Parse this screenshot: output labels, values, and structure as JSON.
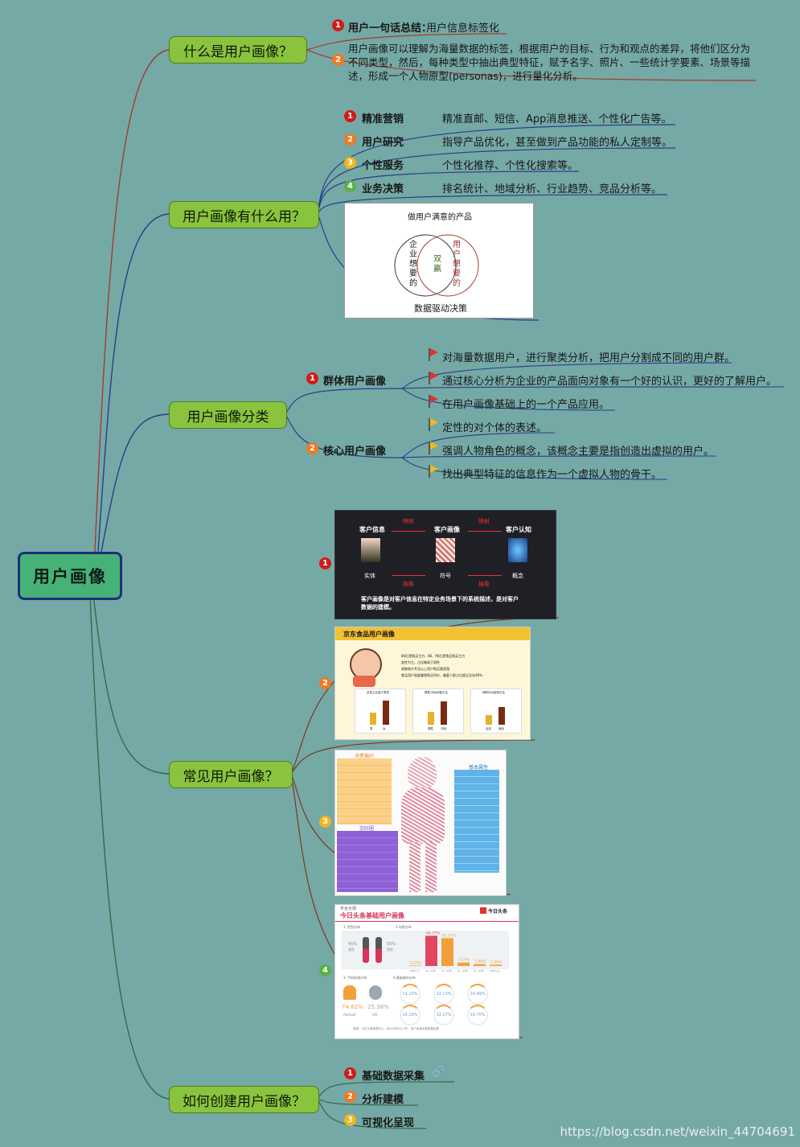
{
  "central": "用户画像",
  "branches": {
    "what": {
      "label": "什么是用户画像？",
      "item1_label": "用户一句话总结：",
      "item1_text": "用户信息标签化",
      "item2_text": "用户画像可以理解为海量数据的标签，根据用户的目标、行为和观点的差异，将他们区分为不同类型，然后，每种类型中抽出典型特征，赋予名字、照片、一些统计学要素、场景等描述，形成一个人物原型(personas)，进行量化分析。"
    },
    "use": {
      "label": "用户画像有什么用？",
      "items": [
        {
          "num": "1",
          "title": "精准营销",
          "desc": "精准直邮、短信、App消息推送、个性化广告等。"
        },
        {
          "num": "2",
          "title": "用户研究",
          "desc": "指导产品优化，甚至做到产品功能的私人定制等。"
        },
        {
          "num": "3",
          "title": "个性服务",
          "desc": "个性化推荐、个性化搜索等。"
        },
        {
          "num": "4",
          "title": "业务决策",
          "desc": "排名统计、地域分析、行业趋势、竞品分析等。"
        }
      ],
      "venn": {
        "title": "做用户满意的产品",
        "left": "企业想要的",
        "middle": "双赢",
        "right": "用户想要的",
        "bottom": "数据驱动决策"
      }
    },
    "category": {
      "label": "用户画像分类",
      "groups": [
        {
          "num": "1",
          "title": "群体用户画像",
          "items": [
            "对海量数据用户，进行聚类分析，把用户分割成不同的用户群。",
            "通过核心分析为企业的产品面向对象有一个好的认识，更好的了解用户。",
            "在用户画像基础上的一个产品应用。"
          ]
        },
        {
          "num": "2",
          "title": "核心用户画像",
          "items": [
            "定性的对个体的表述。",
            "强调人物角色的概念，该概念主要是指创造出虚拟的用户。",
            "找出典型特征的信息作为一个虚拟人物的骨干。"
          ]
        }
      ]
    },
    "common": {
      "label": "常见用户画像？",
      "image1": {
        "num": "1",
        "top": [
          "客户信息",
          "客户画像",
          "客户认知"
        ],
        "arrows_top": [
          "映射",
          "映射"
        ],
        "arrows_bottom": [
          "抽象",
          "抽象"
        ],
        "bottom": [
          "实体",
          "符号",
          "概念"
        ],
        "caption": "客户画像是对客户信息在特定业务场景下的系统描述，是对客户数据的建模。"
      },
      "image2": {
        "num": "2",
        "title": "京东食品用户画像",
        "bullets": [
          "80后是购买主力，80、90后是食品购买主力",
          "女性为主，占比略高于男性",
          "高教育大专及以上用户购买意愿强",
          "食品用户高度重视购买评价，偏爱人群占比超过全站48%"
        ],
        "charts": [
          {
            "title": "女性占比高于男性",
            "values": [
              34,
              66
            ],
            "labels": [
              "男",
              "女"
            ]
          },
          {
            "title": "理性/冲动消费占比",
            "values": [
              35,
              65
            ],
            "labels": [
              "理性",
              "冲动"
            ]
          },
          {
            "title": "网购评价影响占比",
            "values": [
              26,
              48
            ],
            "labels": [
              "全站",
              "食品"
            ]
          }
        ]
      },
      "image3": {
        "num": "3",
        "left_header": "消费偏好",
        "bottom_header": "交际圈",
        "right_header": "基本属性"
      },
      "image4": {
        "num": "4",
        "header": "平台大观",
        "title": "今日头条基础用户画像",
        "logo": "今日头条",
        "gender_title": "1. 性别分布",
        "female": "45%",
        "male": "55%",
        "female_label": "女性",
        "male_label": "男性",
        "age_title": "2.年龄分布",
        "age_bars": [
          {
            "label": "18岁以下",
            "value": 0.29
          },
          {
            "label": "18~24岁",
            "value": 44.77
          },
          {
            "label": "25~30岁",
            "value": 41.21
          },
          {
            "label": "31~40岁",
            "value": 5.14
          },
          {
            "label": "41~50岁",
            "value": 2.89
          },
          {
            "label": "50岁以上",
            "value": 1.95
          }
        ],
        "system_title": "3. 手机系统分布",
        "android": "74.62%",
        "ios": "25.38%",
        "android_label": "Android",
        "ios_label": "iOS",
        "city_title": "4.基础城市分布",
        "cities": [
          "11.10%",
          "22.13%",
          "19.49%",
          "15.26%",
          "22.17%",
          "10.70%"
        ],
        "footnote": "数据：今日头条数据中心，统计时间2017年，用户画像采集数据结果"
      }
    },
    "create": {
      "label": "如何创建用户画像？",
      "items": [
        {
          "num": "1",
          "title": "基础数据采集"
        },
        {
          "num": "2",
          "title": "分析建模"
        },
        {
          "num": "3",
          "title": "可视化呈现"
        }
      ]
    }
  },
  "watermark": "https://blog.csdn.net/weixin_44704691",
  "colors": {
    "background": "#75a9a6",
    "central": "#47b277",
    "branch": "#8ac33e",
    "link_red": "#a53a33",
    "link_navy": "#283f8a",
    "link_green": "#2d6e4a",
    "link_brown": "#7a3a1c"
  }
}
